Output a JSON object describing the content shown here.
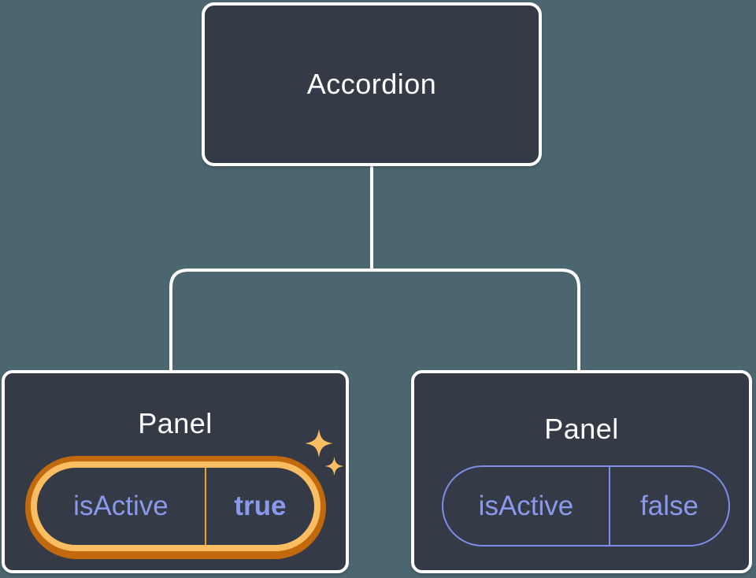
{
  "colors": {
    "background": "#4C6670",
    "card_bg": "#343A46",
    "card_border": "#FFFFFF",
    "connector": "#FFFFFF",
    "purple": "#8A99EC",
    "purple_border": "#7D8DE8",
    "orange_dark": "#C2690E",
    "orange_light": "#FABD62",
    "divider_orange": "#E8A33D",
    "title_color": "#FFFFFF"
  },
  "diagram": {
    "type": "component-tree",
    "root": {
      "label": "Accordion"
    },
    "panels": [
      {
        "label": "Panel",
        "prop_name": "isActive",
        "prop_value": "true",
        "state": "active-highlighted",
        "highlight_color": "orange"
      },
      {
        "label": "Panel",
        "prop_name": "isActive",
        "prop_value": "false",
        "state": "inactive",
        "outline_color": "purple"
      }
    ],
    "icons": {
      "sparkle_large": "four-point-star",
      "sparkle_small": "four-point-star"
    }
  }
}
